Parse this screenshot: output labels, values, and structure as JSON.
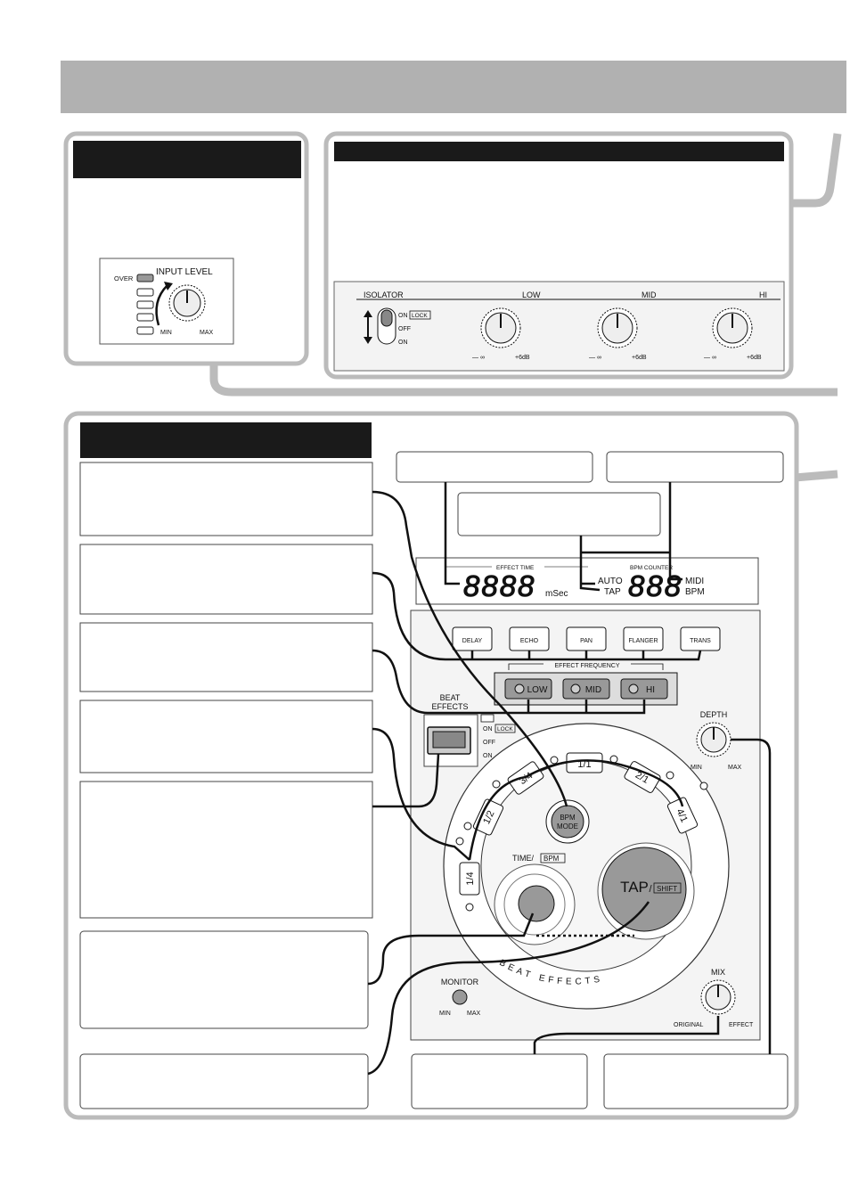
{
  "input_panel": {
    "over_label": "OVER",
    "input_level_label": "INPUT LEVEL",
    "min_label": "MIN",
    "max_label": "MAX"
  },
  "isolator_panel": {
    "isolator_label": "ISOLATOR",
    "low_label": "LOW",
    "mid_label": "MID",
    "hi_label": "HI",
    "switch_on_lock": "ON",
    "lock_label": "LOCK",
    "switch_off": "OFF",
    "switch_on": "ON",
    "knob_min": "— ∞",
    "knob_max": "+6dB"
  },
  "effects_panel": {
    "effect_time_label": "EFFECT TIME",
    "display_digits_4": "8888",
    "msec_unit": "mSec",
    "bpm_counter_label": "BPM COUNTER",
    "auto_label": "AUTO",
    "tap_label": "TAP",
    "display_digits_3": "888",
    "midi_label": "MIDI",
    "bpm_label": "BPM",
    "effect_buttons": [
      "DELAY",
      "ECHO",
      "PAN",
      "FLANGER",
      "TRANS"
    ],
    "effect_frequency_label": "EFFECT FREQUENCY",
    "freq_buttons": [
      "LOW",
      "MID",
      "HI"
    ],
    "beat_effects_label_line1": "BEAT",
    "beat_effects_label_line2": "EFFECTS",
    "beat_switch_on_lock": "ON",
    "beat_lock_label": "LOCK",
    "beat_switch_off": "OFF",
    "beat_switch_on": "ON",
    "depth_label": "DEPTH",
    "depth_min": "MIN",
    "depth_max": "MAX",
    "beat_buttons": [
      "1/4",
      "1/2",
      "3/4",
      "1/1",
      "2/1",
      "4/1"
    ],
    "bpm_mode_line1": "BPM",
    "bpm_mode_line2": "MODE",
    "time_label": "TIME/",
    "time_bpm_box": "BPM",
    "tap_button_label": "TAP",
    "tap_slash": "/",
    "shift_label": "SHIFT",
    "ring_text": "BEAT EFFECTS",
    "monitor_label": "MONITOR",
    "monitor_min": "MIN",
    "monitor_max": "MAX",
    "mix_label": "MIX",
    "mix_original": "ORIGINAL",
    "mix_effect": "EFFECT"
  }
}
